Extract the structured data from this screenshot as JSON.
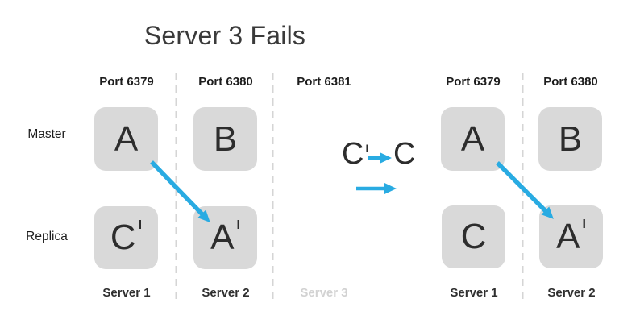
{
  "title": "Server 3 Fails",
  "colors": {
    "arrow_blue": "#29abe2",
    "box_gray": "#d9d9d9",
    "dash_gray": "#d5d5d5",
    "text_dark": "#2d2d2d",
    "label_dark": "#1d1d1d",
    "muted_gray": "#d2d2d2"
  },
  "row_labels": {
    "master": "Master",
    "replica": "Replica"
  },
  "before": {
    "ports": [
      "Port 6379",
      "Port 6380",
      "Port 6381"
    ],
    "servers": [
      "Server 1",
      "Server 2",
      "Server 3"
    ],
    "master_row": [
      {
        "letter": "A",
        "prime": ""
      },
      {
        "letter": "B",
        "prime": ""
      }
    ],
    "replica_row": [
      {
        "letter": "C",
        "prime": "I"
      },
      {
        "letter": "A",
        "prime": "I"
      }
    ]
  },
  "after": {
    "ports": [
      "Port 6379",
      "Port 6380"
    ],
    "servers": [
      "Server 1",
      "Server 2"
    ],
    "master_row": [
      {
        "letter": "A",
        "prime": ""
      },
      {
        "letter": "B",
        "prime": ""
      }
    ],
    "replica_row": [
      {
        "letter": "C",
        "prime": ""
      },
      {
        "letter": "A",
        "prime": "I"
      }
    ]
  },
  "transition": {
    "from_letter": "C",
    "from_prime": "I",
    "to_letter": "C"
  }
}
